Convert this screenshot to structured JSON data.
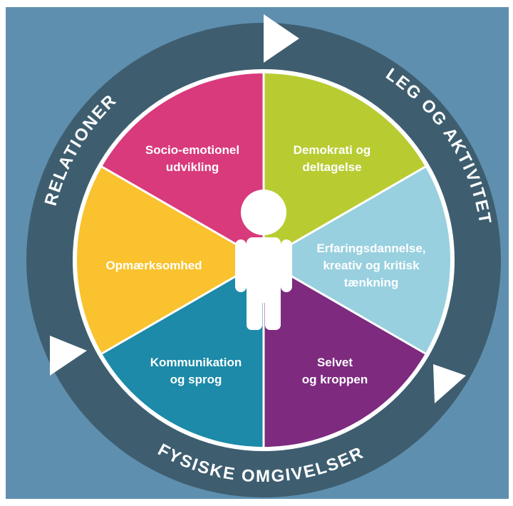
{
  "outer_ring": {
    "labels": {
      "top_left": "RELATIONER",
      "top_right": "LEG OG AKTIVITET",
      "bottom": "FYSISKE OMGIVELSER"
    }
  },
  "segments": [
    {
      "key": "socio",
      "lines": [
        "Socio-emotionel",
        "udvikling"
      ],
      "color": "#d93a7c"
    },
    {
      "key": "demokrati",
      "lines": [
        "Demokrati og",
        "deltagelse"
      ],
      "color": "#b8cc32"
    },
    {
      "key": "erfaring",
      "lines": [
        "Erfaringsdannelse,",
        "kreativ og kritisk",
        "tænkning"
      ],
      "color": "#98d0df"
    },
    {
      "key": "selvet",
      "lines": [
        "Selvet",
        "og kroppen"
      ],
      "color": "#7d2a7f"
    },
    {
      "key": "kommunikation",
      "lines": [
        "Kommunikation",
        "og sprog"
      ],
      "color": "#1c8aa8"
    },
    {
      "key": "opmaerksomhed",
      "lines": [
        "Opmærksomhed"
      ],
      "color": "#f9c22e"
    }
  ],
  "colors": {
    "background": "#5f8fae",
    "ring": "#3e5e70",
    "white": "#ffffff"
  }
}
